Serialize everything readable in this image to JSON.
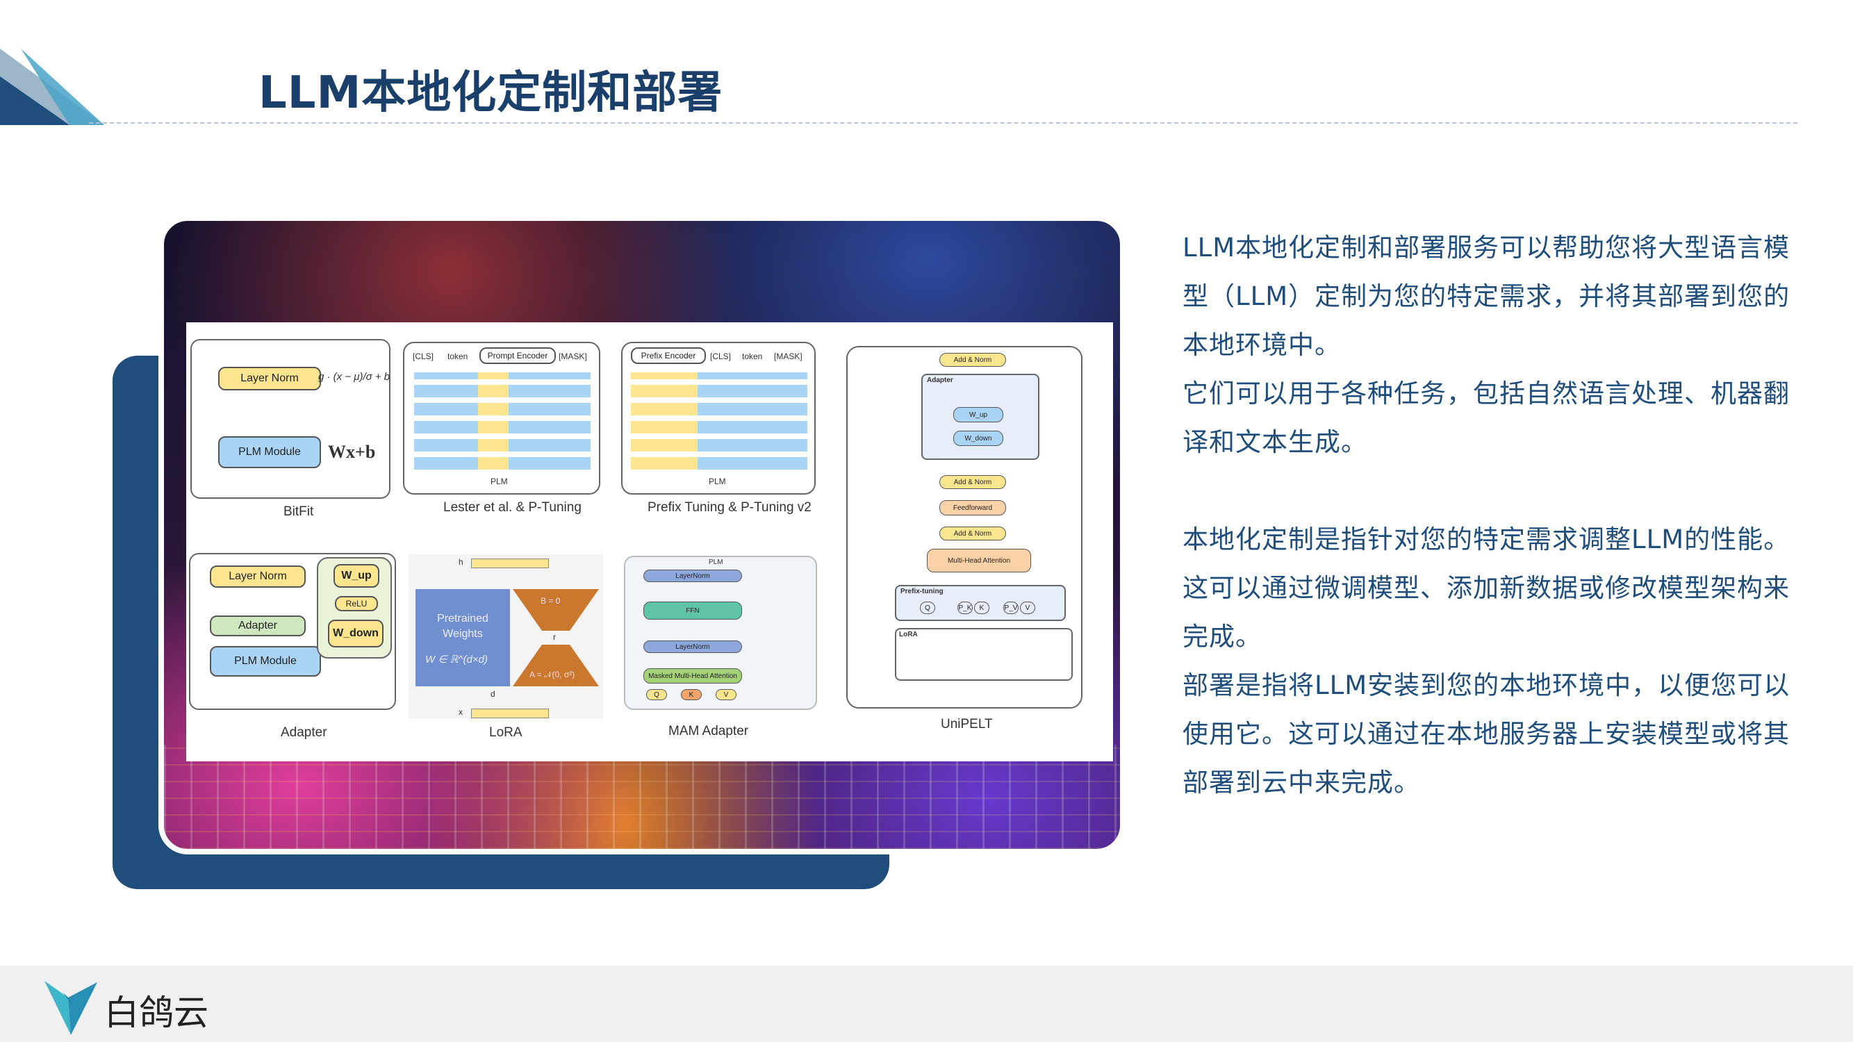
{
  "header": {
    "title": "LLM本地化定制和部署"
  },
  "figure": {
    "panels": {
      "bitfit": {
        "caption": "BitFit",
        "layer_norm": "Layer Norm",
        "plm_module": "PLM Module",
        "formula_norm": "g · (x − μ)/σ + b",
        "formula_linear": "Wx+b"
      },
      "lester": {
        "caption": "Lester et al. & P-Tuning",
        "cls": "[CLS]",
        "token": "token",
        "prompt_encoder": "Prompt Encoder",
        "mask": "[MASK]",
        "plm": "PLM"
      },
      "prefix": {
        "caption": "Prefix Tuning & P-Tuning v2",
        "prefix_encoder": "Prefix Encoder",
        "cls": "[CLS]",
        "token": "token",
        "mask": "[MASK]",
        "plm": "PLM"
      },
      "unipelt": {
        "caption": "UniPELT",
        "add_norm": "Add & Norm",
        "adapter": "Adapter",
        "w_up": "W_up",
        "w_down": "W_down",
        "feedforward": "Feedforward",
        "multi_head": "Multi-Head Attention",
        "prefix_tuning": "Prefix-tuning",
        "lora": "LoRA",
        "q": "Q",
        "k": "K",
        "v": "V",
        "pk": "P_K",
        "pv": "P_V"
      },
      "adapter": {
        "caption": "Adapter",
        "layer_norm": "Layer Norm",
        "adapter": "Adapter",
        "plm_module": "PLM Module",
        "w_up": "W_up",
        "relu": "ReLU",
        "w_down": "W_down"
      },
      "lora": {
        "caption": "LoRA",
        "pretrained": "Pretrained Weights",
        "w_space": "W ∈ ℝ^(d×d)",
        "b_zero": "B = 0",
        "a_normal": "A = 𝒩(0, σ²)",
        "r": "r",
        "d": "d",
        "h": "h",
        "x": "x"
      },
      "mam": {
        "caption": "MAM Adapter",
        "plm": "PLM",
        "layer_norm": "LayerNorm",
        "ffn": "FFN",
        "masked_attention": "Masked Multi-Head Attention",
        "q": "Q",
        "k": "K",
        "v": "V"
      }
    }
  },
  "body": {
    "paragraph1": "LLM本地化定制和部署服务可以帮助您将大型语言模型（LLM）定制为您的特定需求，并将其部署到您的本地环境中。",
    "paragraph2": "它们可以用于各种任务，包括自然语言处理、机器翻译和文本生成。",
    "paragraph3": "本地化定制是指针对您的特定需求调整LLM的性能。这可以通过微调模型、添加新数据或修改模型架构来完成。",
    "paragraph4": "部署是指将LLM安装到您的本地环境中，以便您可以使用它。这可以通过在本地服务器上安装模型或将其部署到云中来完成。"
  },
  "footer": {
    "brand": "白鸽云",
    "logo_icon": "dove-logo-icon"
  },
  "colors": {
    "title": "#1a3f6b",
    "body_text": "#1f4e7c",
    "navy_block": "#1f4e7c",
    "corner_dark": "#1f4e7c",
    "corner_light": "#4aa3c8",
    "footer_bg": "#f0f0f0"
  }
}
